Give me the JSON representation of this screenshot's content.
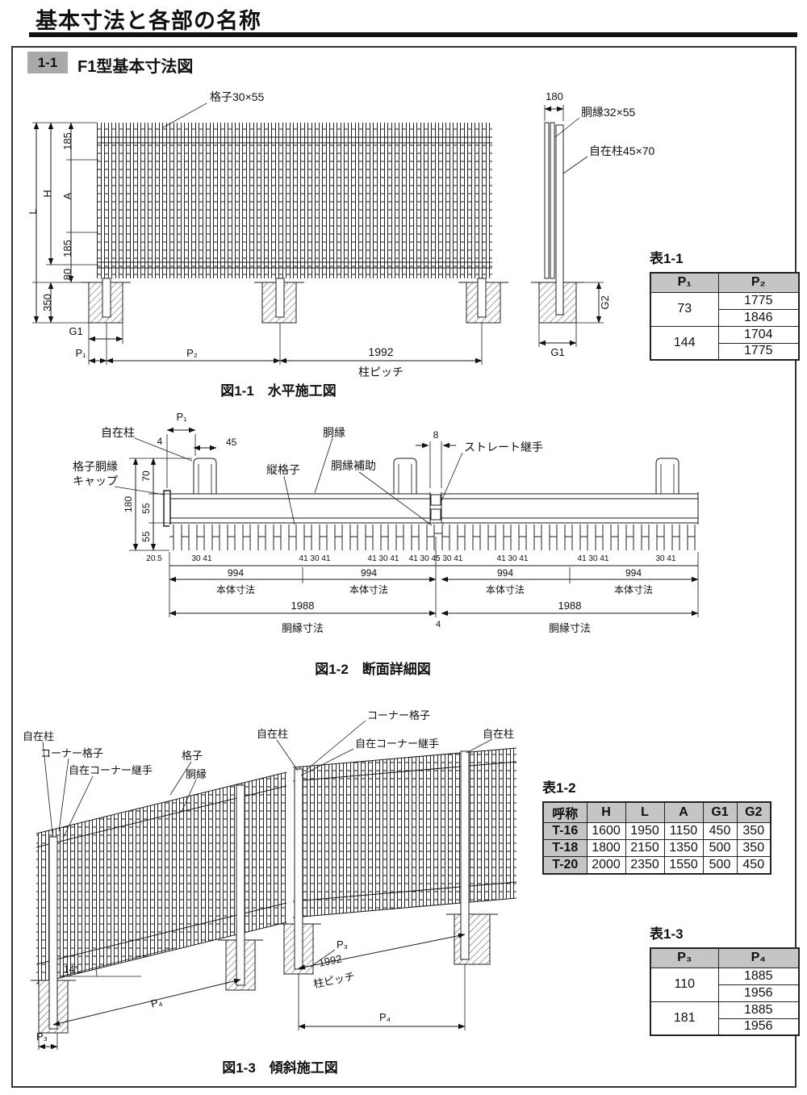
{
  "page": {
    "title": "基本寸法と各部の名称",
    "section": {
      "badge": "1-1",
      "title": "F1型基本寸法図"
    }
  },
  "fig1": {
    "caption": "図1-1　水平施工図",
    "label_koshi": "格子30×55",
    "label_dobuchi": "胴縁32×55",
    "label_jizai": "自在柱45×70",
    "dim_180": "180",
    "dim_185_top": "185",
    "dim_A": "A",
    "dim_H": "H",
    "dim_L": "L",
    "dim_185_bottom": "185",
    "dim_80": "80",
    "dim_350": "350",
    "dim_G1": "G1",
    "dim_P1": "P₁",
    "dim_P2": "P₂",
    "dim_1992": "1992",
    "label_pitch": "柱ピッチ",
    "dim_G2": "G2",
    "dim_G1_side": "G1"
  },
  "table1_1": {
    "title": "表1-1",
    "col_p1": "P₁",
    "col_p2": "P₂",
    "rows": [
      {
        "p1": "73",
        "p2a": "1775",
        "p2b": "1846"
      },
      {
        "p1": "144",
        "p2a": "1704",
        "p2b": "1775"
      }
    ]
  },
  "fig2": {
    "caption": "図1-2　断面詳細図",
    "dim_P1": "P₁",
    "dim_4_top": "4",
    "dim_45": "45",
    "dim_8": "8",
    "label_jizai": "自在柱",
    "label_cap_line1": "格子胴縁",
    "label_cap_line2": "キャップ",
    "label_tategoshi": "縦格子",
    "label_dobuchi": "胴縁",
    "label_dobuchi_hojo": "胴縁補助",
    "label_straight": "ストレート継手",
    "dim_70": "70",
    "dim_55a": "55",
    "dim_55b": "55",
    "dim_180": "180",
    "segs": [
      "20.5",
      "30 41",
      "41 30 41",
      "41 30 41",
      "41 30 45 30 41",
      "41 30 41",
      "41 30 41",
      "30 41"
    ],
    "dim_994": "994",
    "label_hontai": "本体寸法",
    "dim_1988": "1988",
    "label_dobuchi_sunpo": "胴縁寸法",
    "dim_4_bottom": "4"
  },
  "fig3": {
    "caption": "図1-3　傾斜施工図",
    "label_jizai_left": "自在柱",
    "label_corner_koshi_left": "コーナー格子",
    "label_corner_joint_left": "自在コーナー継手",
    "label_koshi": "格子",
    "label_dobuchi": "胴縁",
    "label_jizai_mid": "自在柱",
    "label_corner_koshi_top": "コーナー格子",
    "label_corner_joint_mid": "自在コーナー継手",
    "label_jizai_right": "自在柱",
    "dim_angle": "14°",
    "dim_1992": "1992",
    "label_pitch": "柱ピッチ",
    "dim_P3_a": "P₃",
    "dim_P4_a": "P₄",
    "dim_P4_b": "P₄",
    "dim_P3_b": "P₃"
  },
  "table1_2": {
    "title": "表1-2",
    "headers": [
      "呼称",
      "H",
      "L",
      "A",
      "G1",
      "G2"
    ],
    "rows": [
      {
        "name": "T-16",
        "h": "1600",
        "l": "1950",
        "a": "1150",
        "g1": "450",
        "g2": "350"
      },
      {
        "name": "T-18",
        "h": "1800",
        "l": "2150",
        "a": "1350",
        "g1": "500",
        "g2": "350"
      },
      {
        "name": "T-20",
        "h": "2000",
        "l": "2350",
        "a": "1550",
        "g1": "500",
        "g2": "450"
      }
    ]
  },
  "table1_3": {
    "title": "表1-3",
    "col_p3": "P₃",
    "col_p4": "P₄",
    "rows": [
      {
        "p3": "110",
        "p4a": "1885",
        "p4b": "1956"
      },
      {
        "p3": "181",
        "p4a": "1885",
        "p4b": "1956"
      }
    ]
  }
}
